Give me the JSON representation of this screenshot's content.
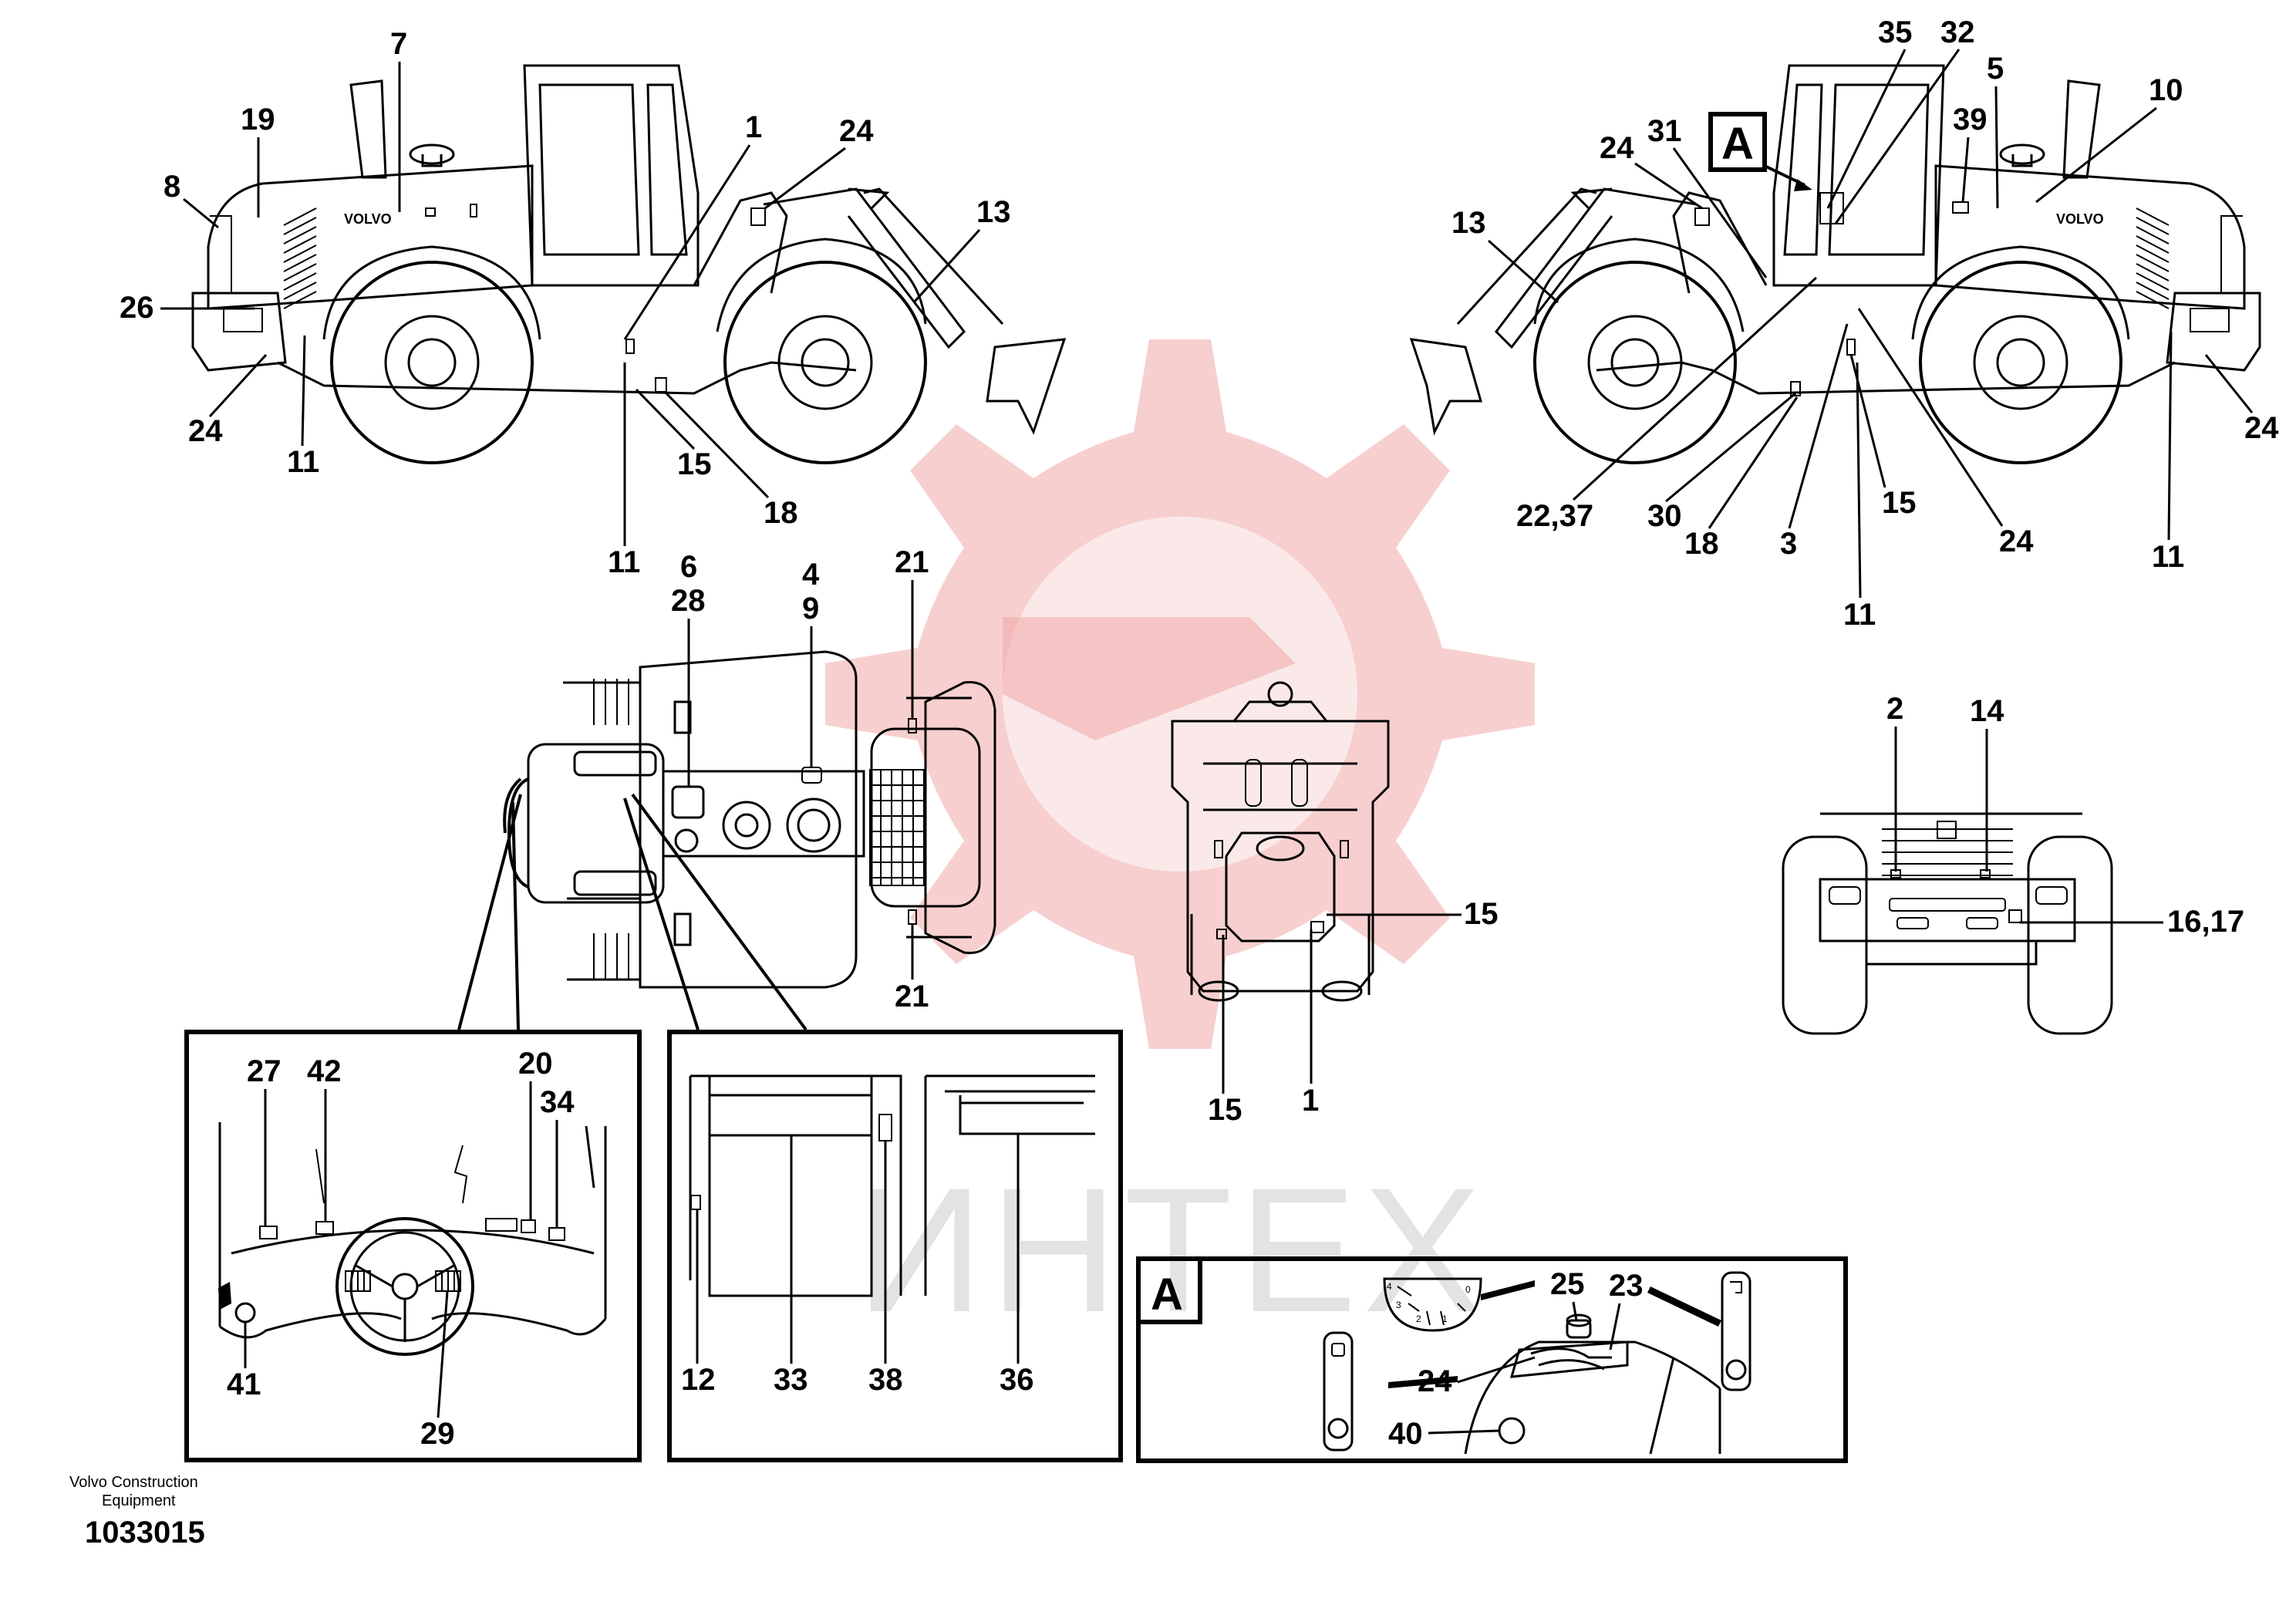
{
  "watermark": {
    "text": "ИНТЕХ",
    "color": "#f1a7a7"
  },
  "side_view_left": {
    "brand": "VOLVO",
    "callouts": [
      "19",
      "7",
      "8",
      "26",
      "24",
      "11",
      "1",
      "24",
      "13",
      "11",
      "15",
      "18"
    ]
  },
  "side_view_right": {
    "brand": "VOLVO",
    "view_marker": "A",
    "callouts": [
      "35",
      "32",
      "5",
      "39",
      "10",
      "31",
      "24",
      "13",
      "22,37",
      "30",
      "18",
      "3",
      "15",
      "24",
      "11",
      "11",
      "24"
    ]
  },
  "top_view": {
    "callouts": [
      "6",
      "28",
      "4",
      "9",
      "21",
      "21"
    ]
  },
  "frame_view": {
    "callouts": [
      "15",
      "15",
      "1"
    ]
  },
  "rear_view": {
    "callouts": [
      "2",
      "14",
      "16,17"
    ]
  },
  "cab_detail": {
    "callouts": [
      "27",
      "42",
      "20",
      "34",
      "41",
      "29"
    ]
  },
  "door_detail": {
    "callouts": [
      "12",
      "33",
      "38",
      "36"
    ]
  },
  "detail_a": {
    "marker": "A",
    "dial_marks": [
      "4",
      "3",
      "2",
      "1",
      "0"
    ],
    "callouts": [
      "25",
      "23",
      "24",
      "40"
    ]
  },
  "footer": {
    "company": "Volvo Construction",
    "company_line2": "Equipment",
    "drawing_number": "1033015"
  }
}
